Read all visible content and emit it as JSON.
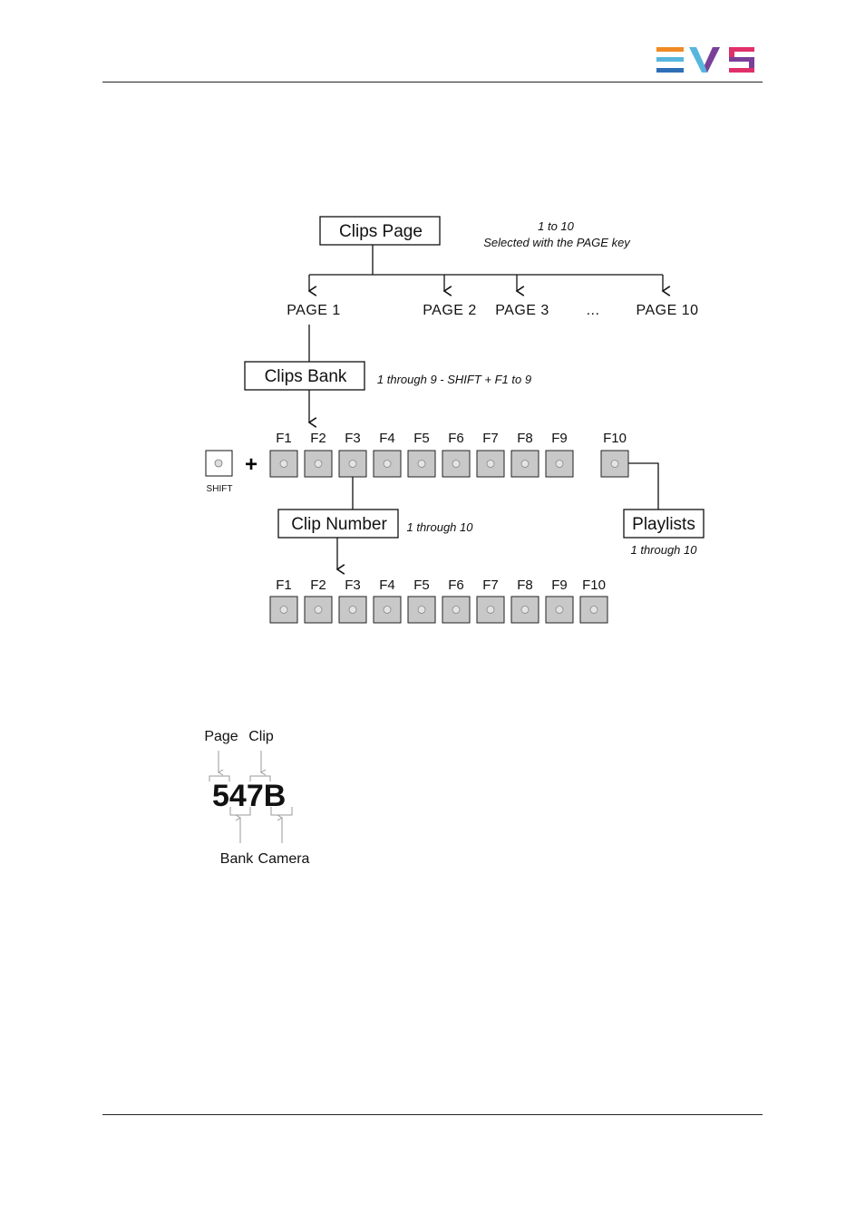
{
  "brand": {
    "logo_text": "EVS",
    "colors": [
      "#f08a24",
      "#2e6fb7",
      "#57b6dd",
      "#7b3f98",
      "#e0306a"
    ]
  },
  "diagram": {
    "clips_page": {
      "label": "Clips Page",
      "note_line1": "1 to 10",
      "note_line2": "Selected with the PAGE key"
    },
    "pages": [
      "PAGE 1",
      "PAGE 2",
      "PAGE 3",
      "...",
      "PAGE 10"
    ],
    "clips_bank": {
      "label": "Clips Bank",
      "note": "1 through 9 - SHIFT + F1 to 9"
    },
    "shift_label": "SHIFT",
    "plus": "+",
    "bank_keys": [
      "F1",
      "F2",
      "F3",
      "F4",
      "F5",
      "F6",
      "F7",
      "F8",
      "F9",
      "F10"
    ],
    "clip_number": {
      "label": "Clip Number",
      "note": "1 through 10"
    },
    "playlists": {
      "label": "Playlists",
      "note": "1 through 10"
    },
    "clip_keys": [
      "F1",
      "F2",
      "F3",
      "F4",
      "F5",
      "F6",
      "F7",
      "F8",
      "F9",
      "F10"
    ]
  },
  "clip_code": {
    "value": "547B",
    "label_page": "Page",
    "label_clip": "Clip",
    "label_bank": "Bank",
    "label_camera": "Camera"
  }
}
